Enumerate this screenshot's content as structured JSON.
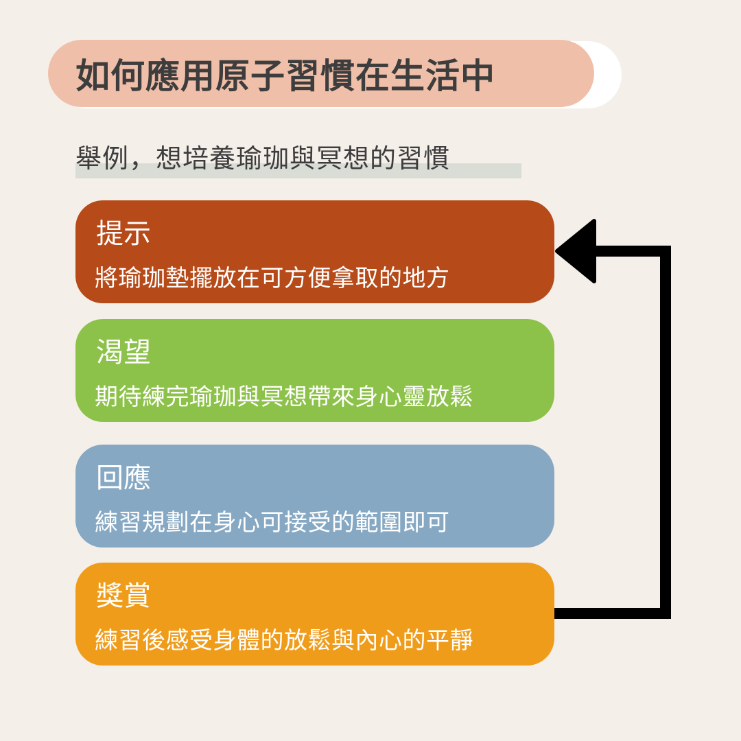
{
  "title": "如何應用原子習慣在生活中",
  "subtitle": "舉例，想培養瑜珈與冥想的習慣",
  "colors": {
    "background": "#f5efea",
    "title_pill": "#efbfa9",
    "subtitle_highlight": "#d9ddd6",
    "arrow": "#000000"
  },
  "steps": [
    {
      "heading": "提示",
      "description": "將瑜珈墊擺放在可方便拿取的地方",
      "color": "#b64a18"
    },
    {
      "heading": "渴望",
      "description": "期待練完瑜珈與冥想帶來身心靈放鬆",
      "color": "#8dc24a"
    },
    {
      "heading": "回應",
      "description": "練習規劃在身心可接受的範圍即可",
      "color": "#86a8c3"
    },
    {
      "heading": "獎賞",
      "description": "練習後感受身體的放鬆與內心的平靜",
      "color": "#f09c1b"
    }
  ]
}
